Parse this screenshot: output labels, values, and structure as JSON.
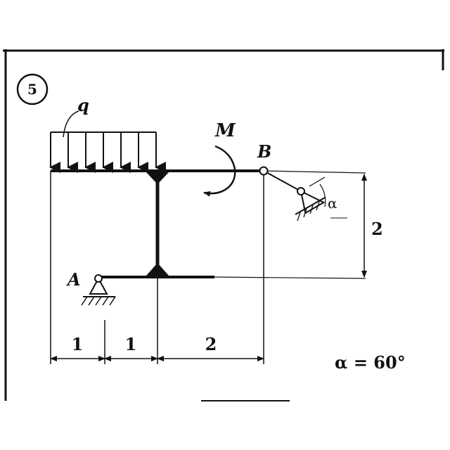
{
  "problem_number": "5",
  "labels": {
    "load": "q",
    "moment": "M",
    "point_a": "A",
    "point_b": "B",
    "angle": "α"
  },
  "dimensions": {
    "horizontal": [
      "1",
      "1",
      "2"
    ],
    "vertical": "2"
  },
  "given": "α = 60°",
  "colors": {
    "ink": "#111111",
    "paper": "#ffffff"
  }
}
